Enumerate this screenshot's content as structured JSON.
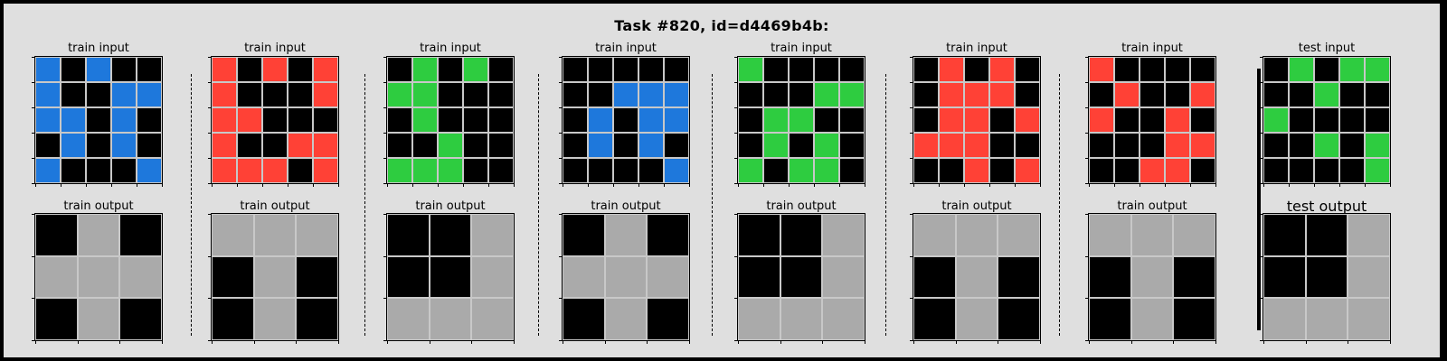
{
  "title": "Task #820, id=d4469b4b:",
  "colors": {
    "0": "#000000",
    "1": "#1e78dc",
    "2": "#ff4136",
    "3": "#2ecc40",
    "5": "#aaaaaa",
    "background": "#dfdfdf"
  },
  "pairs": [
    {
      "input_label": "train input",
      "output_label": "train output",
      "input": [
        [
          1,
          0,
          1,
          0,
          0
        ],
        [
          1,
          0,
          0,
          1,
          1
        ],
        [
          1,
          1,
          0,
          1,
          0
        ],
        [
          0,
          1,
          0,
          1,
          0
        ],
        [
          1,
          0,
          0,
          0,
          1
        ]
      ],
      "output": [
        [
          0,
          5,
          0
        ],
        [
          5,
          5,
          5
        ],
        [
          0,
          5,
          0
        ]
      ]
    },
    {
      "input_label": "train input",
      "output_label": "train output",
      "input": [
        [
          2,
          0,
          2,
          0,
          2
        ],
        [
          2,
          0,
          0,
          0,
          2
        ],
        [
          2,
          2,
          0,
          0,
          0
        ],
        [
          2,
          0,
          0,
          2,
          2
        ],
        [
          2,
          2,
          2,
          0,
          2
        ]
      ],
      "output": [
        [
          5,
          5,
          5
        ],
        [
          0,
          5,
          0
        ],
        [
          0,
          5,
          0
        ]
      ]
    },
    {
      "input_label": "train input",
      "output_label": "train output",
      "input": [
        [
          0,
          3,
          0,
          3,
          0
        ],
        [
          3,
          3,
          0,
          0,
          0
        ],
        [
          0,
          3,
          0,
          0,
          0
        ],
        [
          0,
          0,
          3,
          0,
          0
        ],
        [
          3,
          3,
          3,
          0,
          0
        ]
      ],
      "output": [
        [
          0,
          0,
          5
        ],
        [
          0,
          0,
          5
        ],
        [
          5,
          5,
          5
        ]
      ]
    },
    {
      "input_label": "train input",
      "output_label": "train output",
      "input": [
        [
          0,
          0,
          0,
          0,
          0
        ],
        [
          0,
          0,
          1,
          1,
          1
        ],
        [
          0,
          1,
          0,
          1,
          1
        ],
        [
          0,
          1,
          0,
          1,
          0
        ],
        [
          0,
          0,
          0,
          0,
          1
        ]
      ],
      "output": [
        [
          0,
          5,
          0
        ],
        [
          5,
          5,
          5
        ],
        [
          0,
          5,
          0
        ]
      ]
    },
    {
      "input_label": "train input",
      "output_label": "train output",
      "input": [
        [
          3,
          0,
          0,
          0,
          0
        ],
        [
          0,
          0,
          0,
          3,
          3
        ],
        [
          0,
          3,
          3,
          0,
          0
        ],
        [
          0,
          3,
          0,
          3,
          0
        ],
        [
          3,
          0,
          3,
          3,
          0
        ]
      ],
      "output": [
        [
          0,
          0,
          5
        ],
        [
          0,
          0,
          5
        ],
        [
          5,
          5,
          5
        ]
      ]
    },
    {
      "input_label": "train input",
      "output_label": "train output",
      "input": [
        [
          0,
          2,
          0,
          2,
          0
        ],
        [
          0,
          2,
          2,
          2,
          0
        ],
        [
          0,
          2,
          2,
          0,
          2
        ],
        [
          2,
          2,
          2,
          0,
          0
        ],
        [
          0,
          0,
          2,
          0,
          2
        ]
      ],
      "output": [
        [
          5,
          5,
          5
        ],
        [
          0,
          5,
          0
        ],
        [
          0,
          5,
          0
        ]
      ]
    },
    {
      "input_label": "train input",
      "output_label": "train output",
      "input": [
        [
          2,
          0,
          0,
          0,
          0
        ],
        [
          0,
          2,
          0,
          0,
          2
        ],
        [
          2,
          0,
          0,
          2,
          0
        ],
        [
          0,
          0,
          0,
          2,
          2
        ],
        [
          0,
          0,
          2,
          2,
          0
        ]
      ],
      "output": [
        [
          5,
          5,
          5
        ],
        [
          0,
          5,
          0
        ],
        [
          0,
          5,
          0
        ]
      ]
    }
  ],
  "test": {
    "input_label": "test input",
    "output_label": "test output",
    "input": [
      [
        0,
        3,
        0,
        3,
        3
      ],
      [
        0,
        0,
        3,
        0,
        0
      ],
      [
        3,
        0,
        0,
        0,
        0
      ],
      [
        0,
        0,
        3,
        0,
        3
      ],
      [
        0,
        0,
        0,
        0,
        3
      ]
    ],
    "output": [
      [
        0,
        0,
        5
      ],
      [
        0,
        0,
        5
      ],
      [
        5,
        5,
        5
      ]
    ]
  }
}
